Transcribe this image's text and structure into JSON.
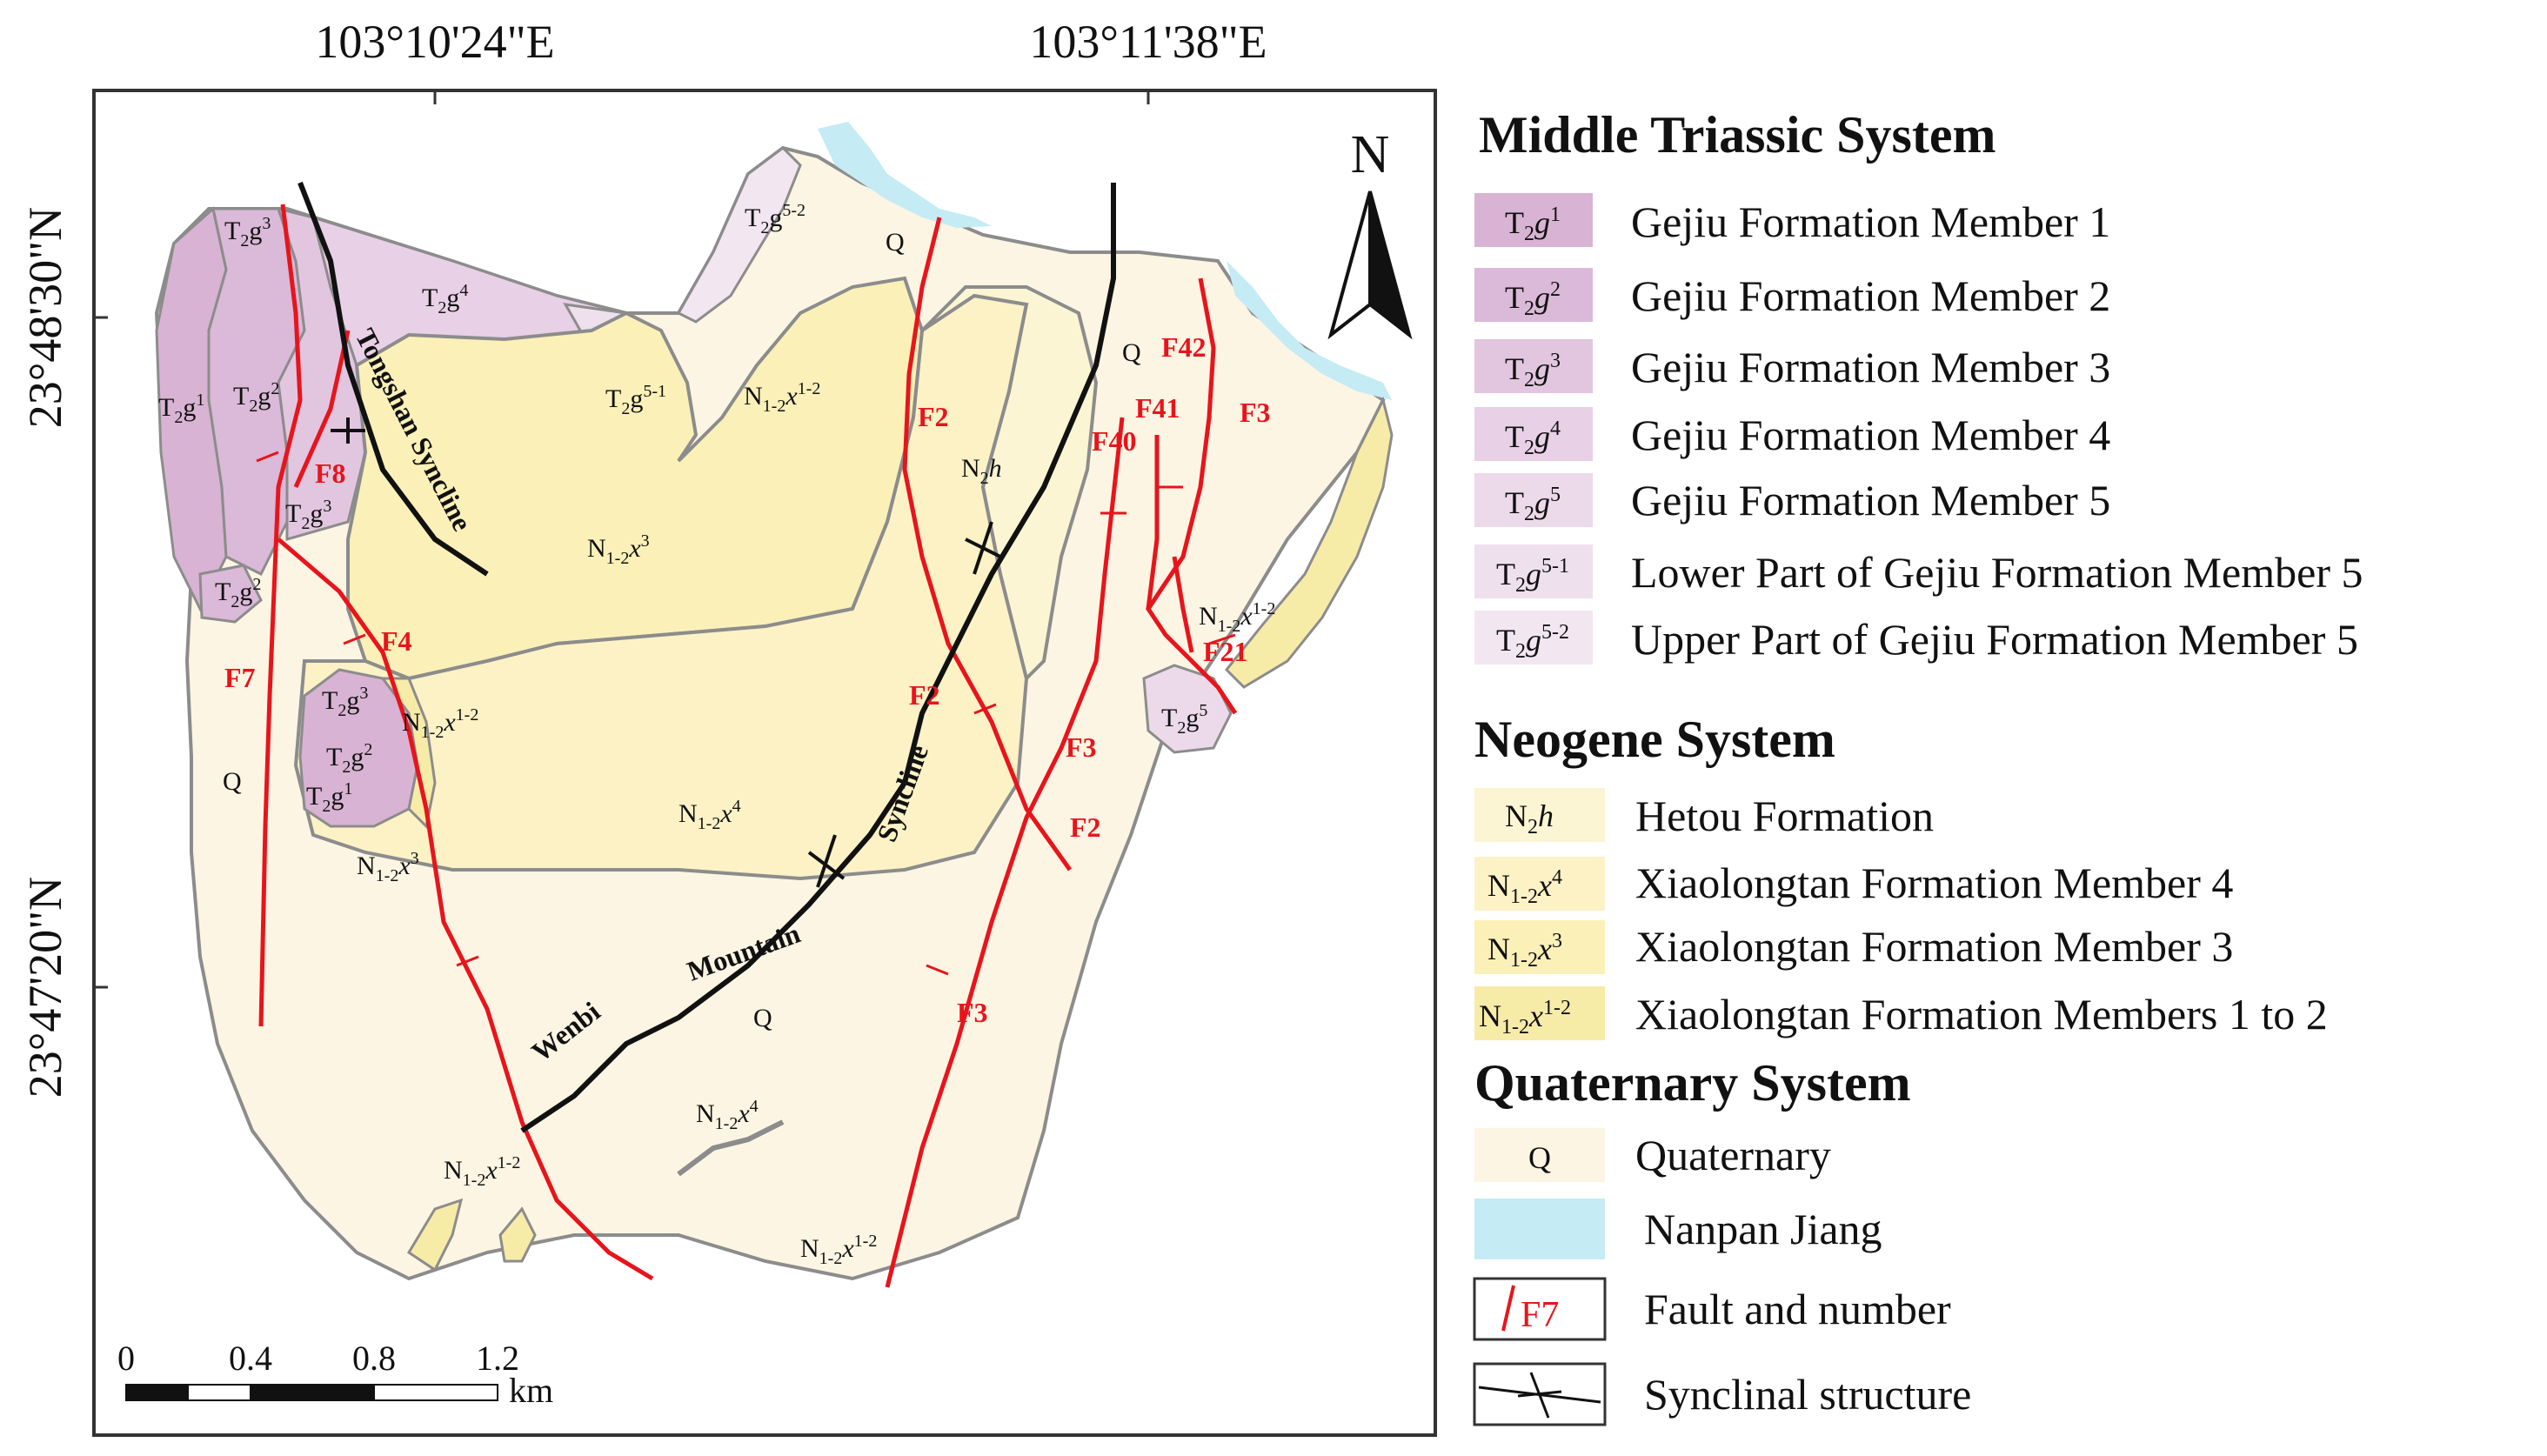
{
  "coords": {
    "lon1": "103°10'24\"E",
    "lon2": "103°11'38\"E",
    "lat1": "23°48'30\"N",
    "lat2": "23°47'20\"N"
  },
  "north_arrow": {
    "label": "N"
  },
  "scale_bar": {
    "ticks": [
      "0",
      "0.4",
      "0.8",
      "1.2"
    ],
    "unit": "km"
  },
  "map_labels": {
    "q_top": "Q",
    "q_left": "Q",
    "q_center": "Q",
    "q_right": "Q",
    "n2h": "N",
    "n12x3_top": "N1-2x3",
    "n12x4_center": "N1-2x4"
  },
  "structure_names": {
    "tongshan": "Tongshan Syncline",
    "wenbi": "Wenbi",
    "mountain": "Mountain",
    "syncline": "Syncline"
  },
  "faults": {
    "f2_a": "F2",
    "f2_b": "F2",
    "f2_c": "F2",
    "f3_a": "F3",
    "f3_b": "F3",
    "f3_c": "F3",
    "f4": "F4",
    "f7": "F7",
    "f8": "F8",
    "f21": "F21",
    "f40": "F40",
    "f41": "F41",
    "f42": "F42"
  },
  "legend": {
    "middle_triassic": {
      "heading": "Middle Triassic System",
      "items": [
        {
          "code": "g1",
          "sup": "1",
          "label": "Gejiu Formation Member 1",
          "color": "#d9b3d3"
        },
        {
          "code": "g2",
          "sup": "2",
          "label": "Gejiu Formation Member 2",
          "color": "#dbb9d8"
        },
        {
          "code": "g3",
          "sup": "3",
          "label": "Gejiu Formation Member 3",
          "color": "#e2c6e0"
        },
        {
          "code": "g4",
          "sup": "4",
          "label": "Gejiu Formation Member 4",
          "color": "#e8d0e6"
        },
        {
          "code": "g5",
          "sup": "5",
          "label": "Gejiu Formation Member 5",
          "color": "#ecd9ea"
        },
        {
          "code": "g51",
          "sup": "5-1",
          "label": "Lower Part of Gejiu Formation Member 5",
          "color": "#efe0ee"
        },
        {
          "code": "g52",
          "sup": "5-2",
          "label": "Upper Part of Gejiu Formation Member 5",
          "color": "#f2e6f1"
        }
      ]
    },
    "neogene": {
      "heading": "Neogene System",
      "items": [
        {
          "sym": "N2h",
          "label": "Hetou Formation",
          "color": "#fbf5d3"
        },
        {
          "sym": "N1-2x4",
          "label": "Xiaolongtan Formation Member 4",
          "color": "#fcf2c6"
        },
        {
          "sym": "N1-2x3",
          "label": "Xiaolongtan Formation Member 3",
          "color": "#fbf0b8"
        },
        {
          "sym": "N1-2x1-2",
          "label": "Xiaolongtan Formation Members 1 to 2",
          "color": "#f7eba8"
        }
      ]
    },
    "quaternary": {
      "heading": "Quaternary System",
      "items": [
        {
          "sym": "Q",
          "label": "Quaternary",
          "color": "#fcf5e3"
        },
        {
          "sym": "",
          "label": "Nanpan Jiang",
          "color": "#c5ebf5"
        },
        {
          "sym": "F7",
          "label": "Fault and number",
          "color": "#ffffff"
        },
        {
          "sym": "",
          "label": "Synclinal structure",
          "color": "#ffffff"
        }
      ]
    }
  }
}
